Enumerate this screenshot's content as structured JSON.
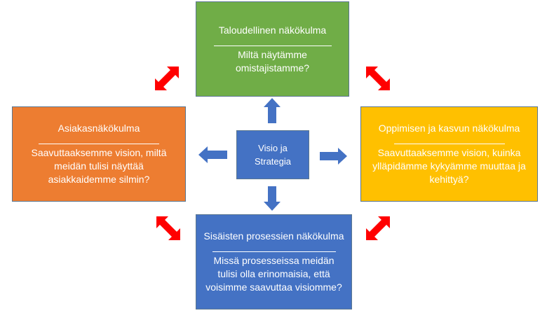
{
  "colors": {
    "financial": "#70ad47",
    "customer": "#ed7d31",
    "learning": "#ffc000",
    "internal": "#4472c4",
    "center": "#4472c4",
    "blue_arrow": "#4472c4",
    "red_arrow": "#ff0000"
  },
  "center": {
    "line1": "Visio ja",
    "line2": "Strategia"
  },
  "perspectives": {
    "financial": {
      "title": "Taloudellinen näkökulma",
      "question": "Miltä näytämme omistajistamme?"
    },
    "customer": {
      "title": "Asiakasnäkökulma",
      "question": "Saavuttaaksemme vision, miltä meidän tulisi näyttää asiakkaidemme silmin?"
    },
    "learning": {
      "title": "Oppimisen ja kasvun näkökulma",
      "question": "Saavuttaaksemme vision, kuinka ylläpidämme kykyämme muuttaa ja kehittyä?"
    },
    "internal": {
      "title": "Sisäisten prosessien näkökulma",
      "question": "Missä prosesseissa meidän tulisi olla erinomaisia, että voisimme saavuttaa visiomme?"
    }
  }
}
